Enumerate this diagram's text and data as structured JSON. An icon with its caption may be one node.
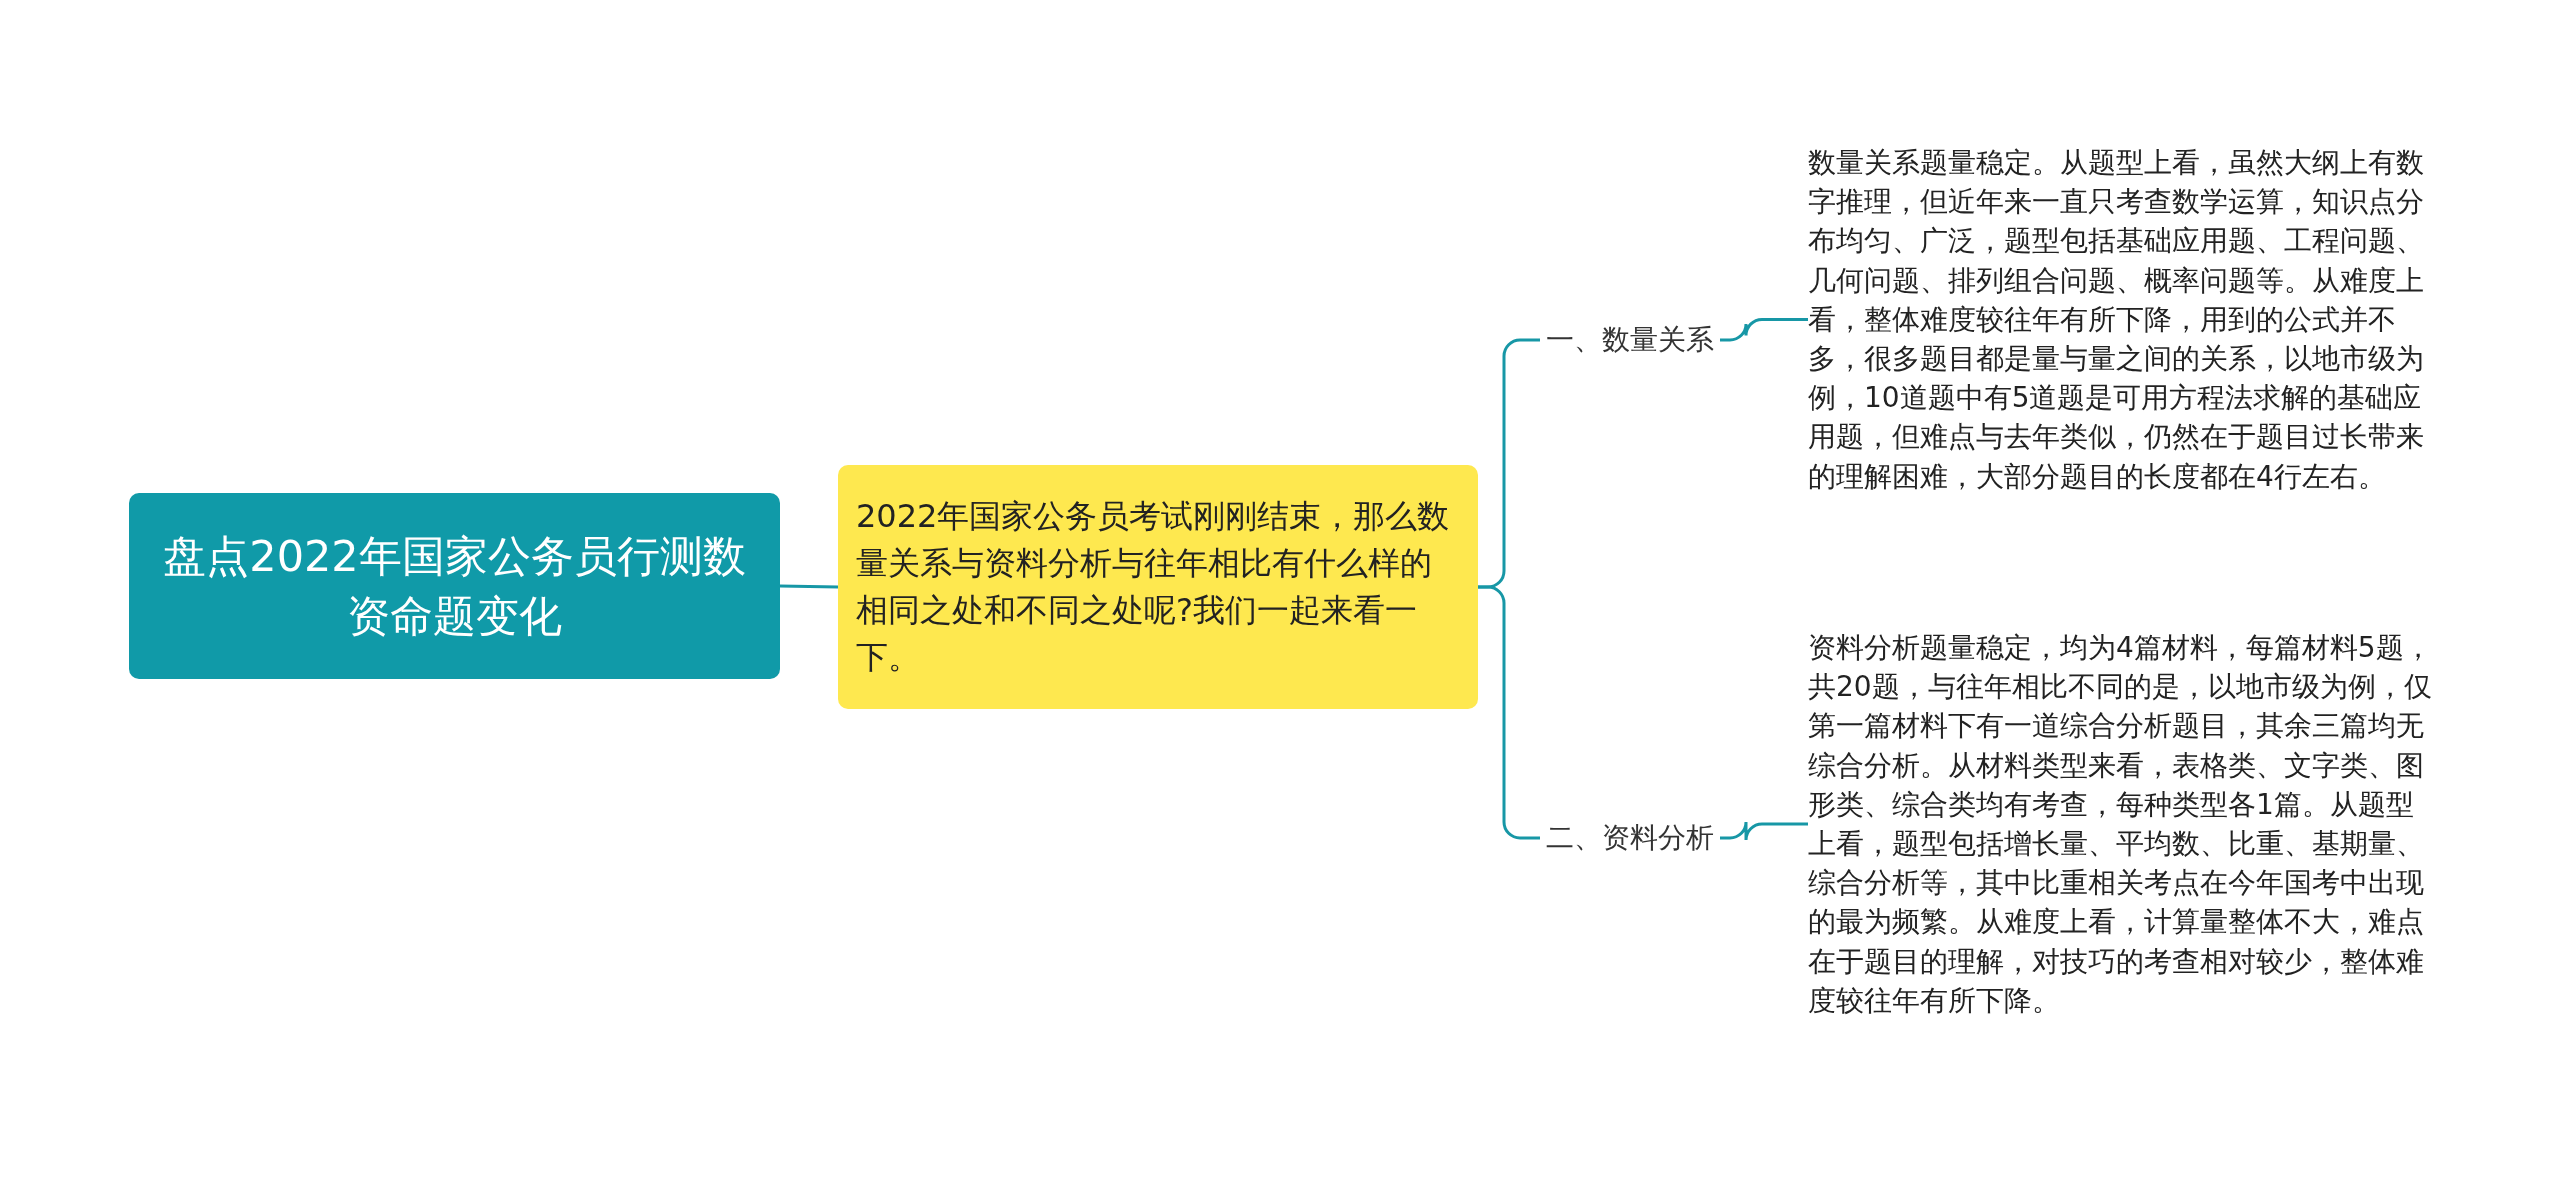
{
  "diagram": {
    "nodes": [
      {
        "text": [
          "盘点2022年国家公务员行测数资命题变化"
        ]
      },
      {
        "text": [
          "2022年国家公务员考试刚刚结束，那么数量关系与资料分析与往年相比有什么样的相同之处和不同之处呢?我们一起来看一下。"
        ]
      },
      {
        "text": [
          "一、数量关系"
        ]
      },
      {
        "text": [
          "数量关系题量稳定。从题型上看，虽然大纲上有数字推理，但近年来一直只考查数学运算，知识点分布均匀、广泛，题型包括基础应用题、工程问题、几何问题、排列组合问题、概率问题等。从难度上看，整体难度较往年有所下降，用到的公式并不多，很多题目都是量与量之间的关系，以地市级为例，10道题中有5道题是可用方程法求解的基础应用题，但难点与去年类似，仍然在于题目过长带来的理解困难，大部分题目的长度都在4行左右。"
        ]
      },
      {
        "text": [
          "二、资料分析"
        ]
      },
      {
        "text": [
          "资料分析题量稳定，均为4篇材料，每篇材料5题，共20题，与往年相比不同的是，以地市级为例，仅第一篇材料下有一道综合分析题目，其余三篇均无综合分析。从材料类型来看，表格类、文字类、图形类、综合类均有考查，每种类型各1篇。从题型上看，题型包括增长量、平均数、比重、基期量、综合分析等，其中比重相关考点在今年国考中出现的最为频繁。从难度上看，计算量整体不大，难点在于题目的理解，对技巧的考查相对较少，整体难度较往年有所下降。"
        ]
      }
    ],
    "edges": [
      {
        "from": 0,
        "to": 1,
        "arrow": "none"
      },
      {
        "from": 1,
        "to": 2,
        "arrow": "none"
      },
      {
        "from": 1,
        "to": 4,
        "arrow": "none"
      },
      {
        "from": 2,
        "to": 3,
        "arrow": "none"
      },
      {
        "from": 4,
        "to": 5,
        "arrow": "none"
      }
    ]
  }
}
